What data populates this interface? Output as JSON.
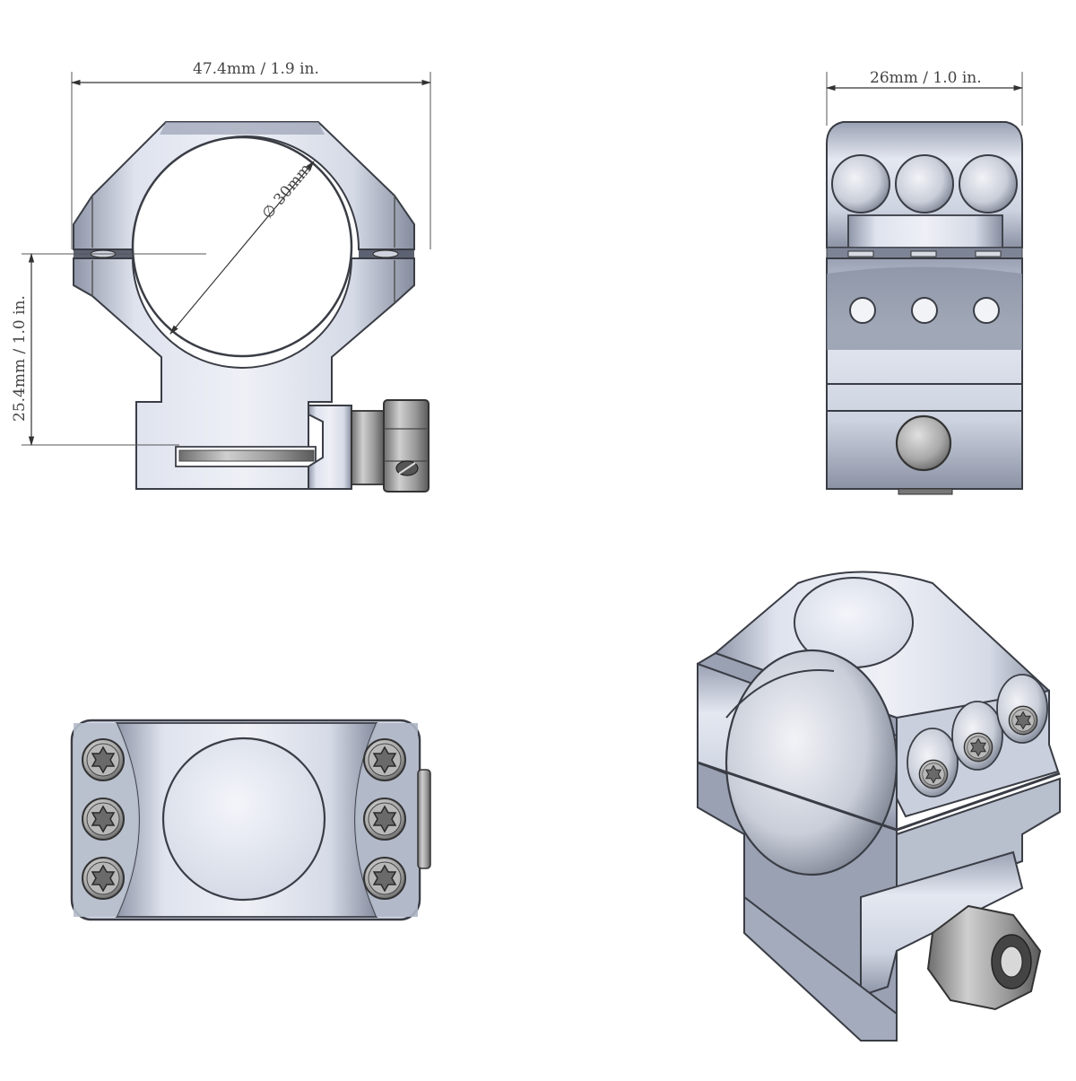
{
  "drawing": {
    "width_label": "47.4mm / 1.9 in.",
    "height_label": "25.4mm / 1.0 in.",
    "diameter_label": "∅ 30mm",
    "depth_label": "26mm / 1.0 in."
  },
  "colors": {
    "body_light": "#e6e9f2",
    "body_mid": "#bcc3d2",
    "body_dark": "#7d8495",
    "outline": "#3a3d45",
    "steel": "#9c9c9c"
  },
  "icons": [
    "torx-screw-icon",
    "hex-nut-icon",
    "cross-bolt-icon"
  ]
}
